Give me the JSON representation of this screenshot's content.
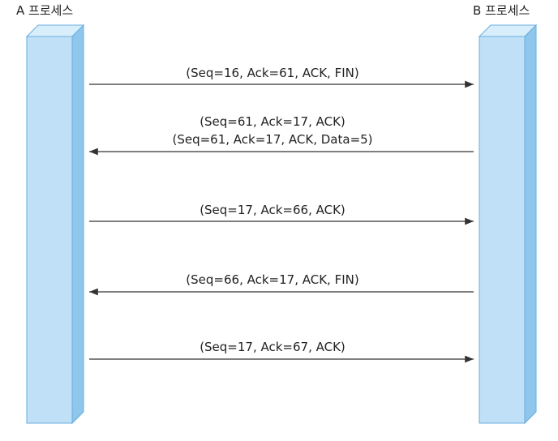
{
  "participants": {
    "left": "A 프로세스",
    "right": "B 프로세스"
  },
  "messages": [
    {
      "direction": "right",
      "lines": [
        "(Seq=16, Ack=61, ACK, FIN)"
      ]
    },
    {
      "direction": "left",
      "lines": [
        "(Seq=61, Ack=17, ACK)",
        "(Seq=61, Ack=17, ACK, Data=5)"
      ]
    },
    {
      "direction": "right",
      "lines": [
        "(Seq=17, Ack=66, ACK)"
      ]
    },
    {
      "direction": "left",
      "lines": [
        "(Seq=66, Ack=17, ACK, FIN)"
      ]
    },
    {
      "direction": "right",
      "lines": [
        "(Seq=17, Ack=67, ACK)"
      ]
    }
  ],
  "colors": {
    "lifeline_front": "#bfe0f7",
    "lifeline_side": "#8ec6ec",
    "lifeline_top": "#d8eefb",
    "lifeline_stroke": "#6aaedf",
    "arrow": "#333333"
  }
}
